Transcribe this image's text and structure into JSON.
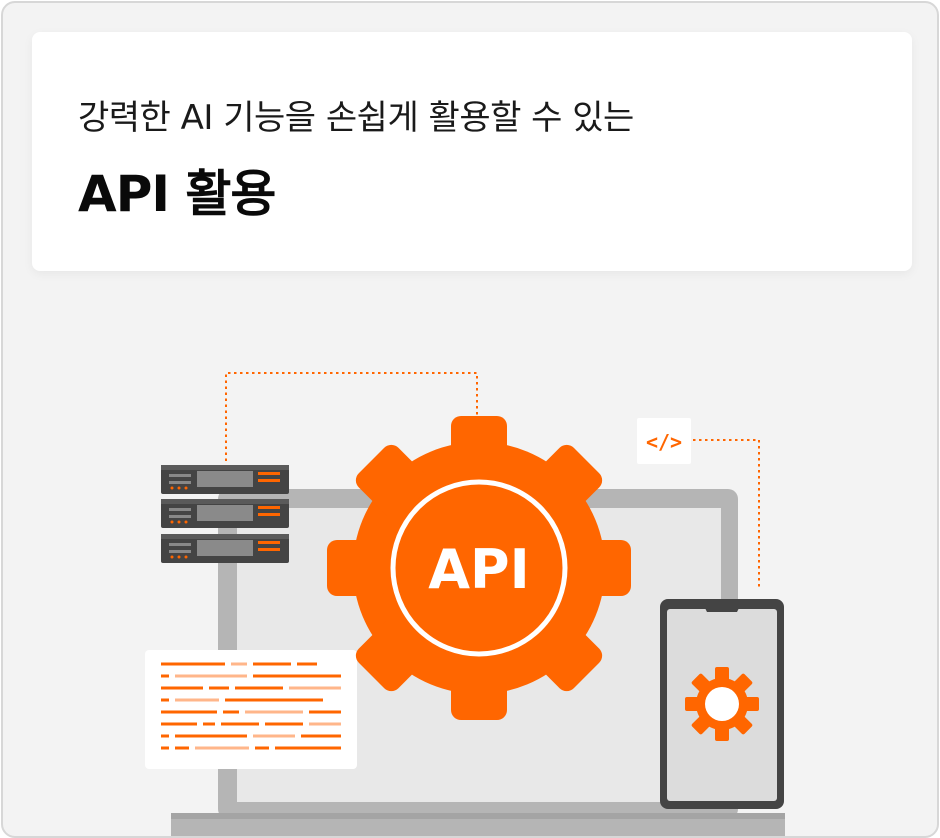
{
  "header": {
    "subtitle": "강력한 AI 기능을 손쉽게 활용할 수 있는",
    "title": "API 활용"
  },
  "illustration": {
    "gear_label": "API",
    "code_badge": "</>",
    "icons": [
      "server-rack-icon",
      "gear-icon",
      "code-icon",
      "smartphone-icon",
      "document-icon",
      "laptop-icon"
    ]
  },
  "colors": {
    "accent": "#ff6600",
    "accent_light": "#ffb68a",
    "panel_bg": "#f3f3f3",
    "device_gray": "#b5b5b5",
    "screen_gray": "#e8e8e8",
    "dark": "#3c3c3c"
  }
}
